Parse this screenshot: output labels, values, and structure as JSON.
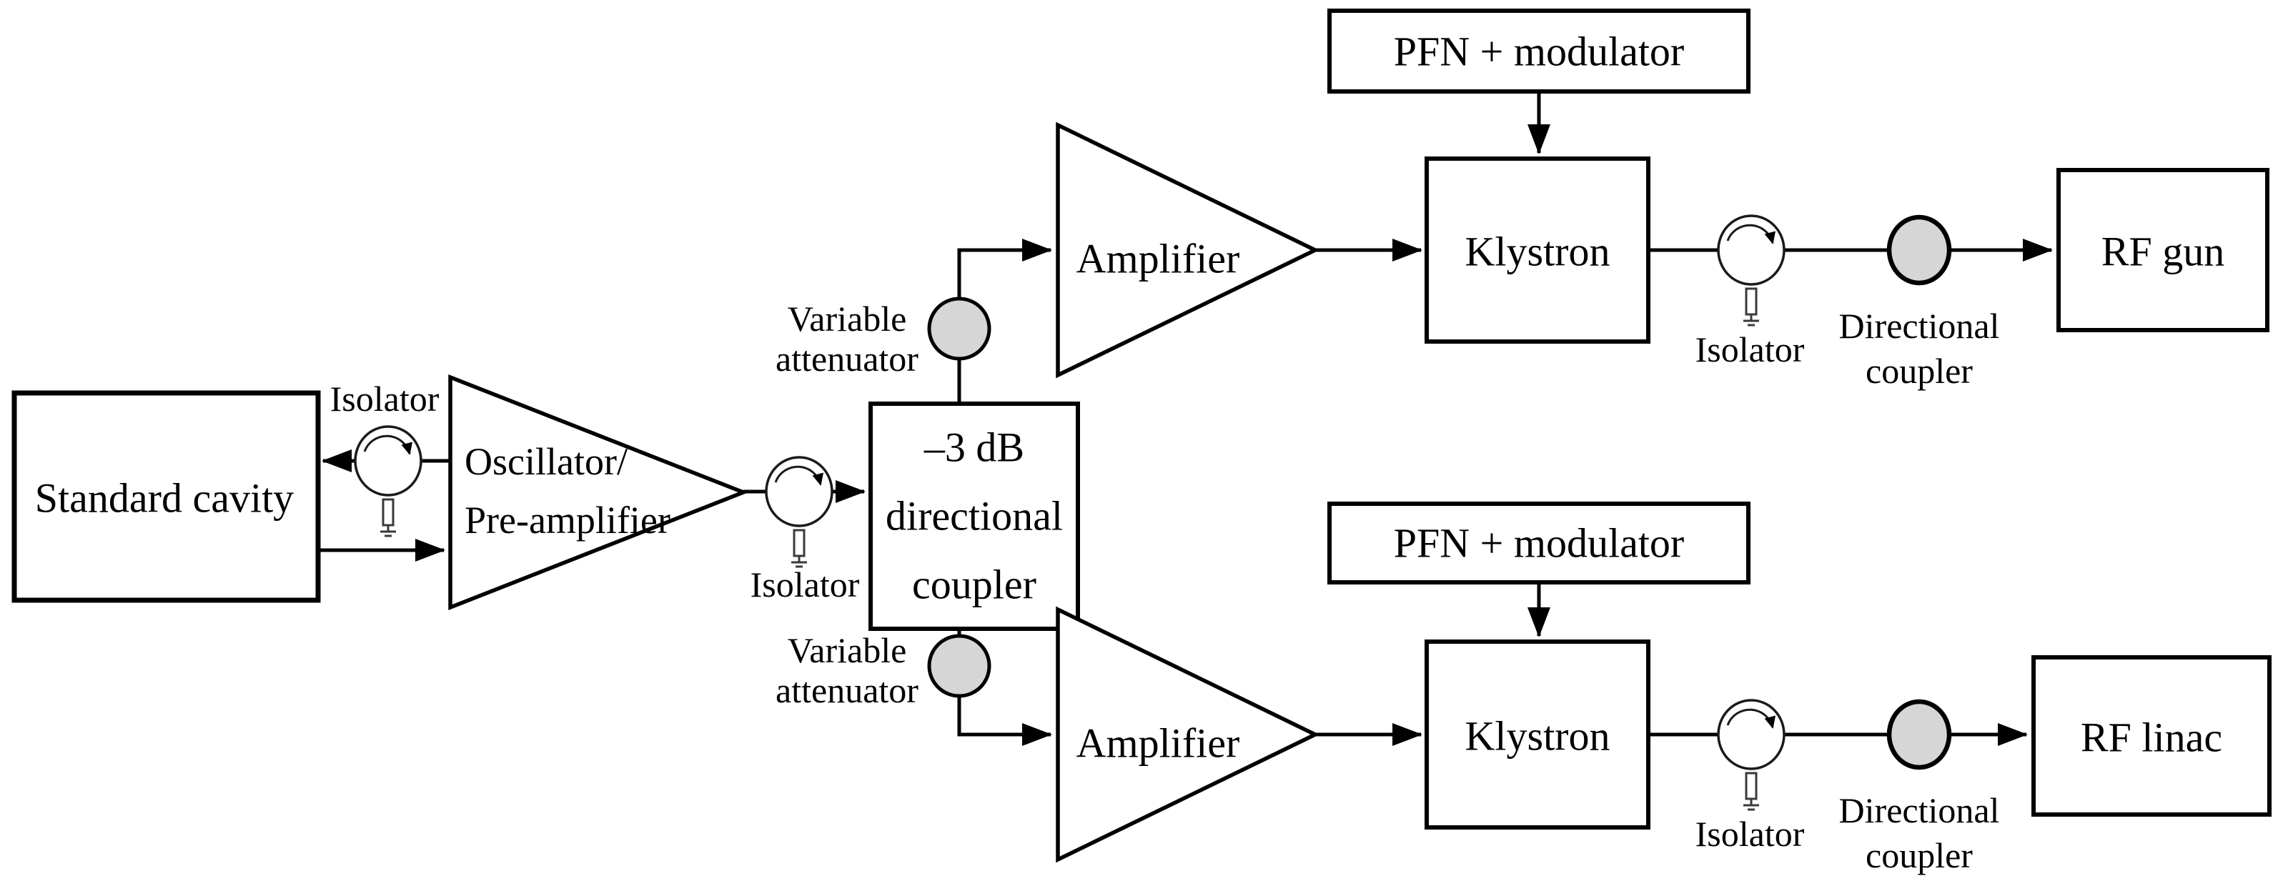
{
  "diagram": {
    "colors": {
      "line": "#000000",
      "text": "#000000",
      "muted_text": "#7e7e7e",
      "attenuator_fill": "#d6d6d6",
      "coupler_fill": "#d6d6d6",
      "background": "#ffffff"
    },
    "labels": {
      "standard_cavity": "Standard cavity",
      "isolator": "Isolator",
      "oscillator_line1": "Oscillator/",
      "oscillator_line2": "Pre-amplifier",
      "coupler_3db_line1": "–3 dB",
      "coupler_3db_line2": "directional",
      "coupler_3db_line3": "coupler",
      "variable_attenuator_line1": "Variable",
      "variable_attenuator_line2": "attenuator",
      "amplifier": "Amplifier",
      "pfn_modulator": "PFN + modulator",
      "klystron": "Klystron",
      "directional_coupler_line1": "Directional",
      "directional_coupler_line2": "coupler",
      "rf_gun": "RF gun",
      "rf_linac": "RF linac"
    }
  }
}
